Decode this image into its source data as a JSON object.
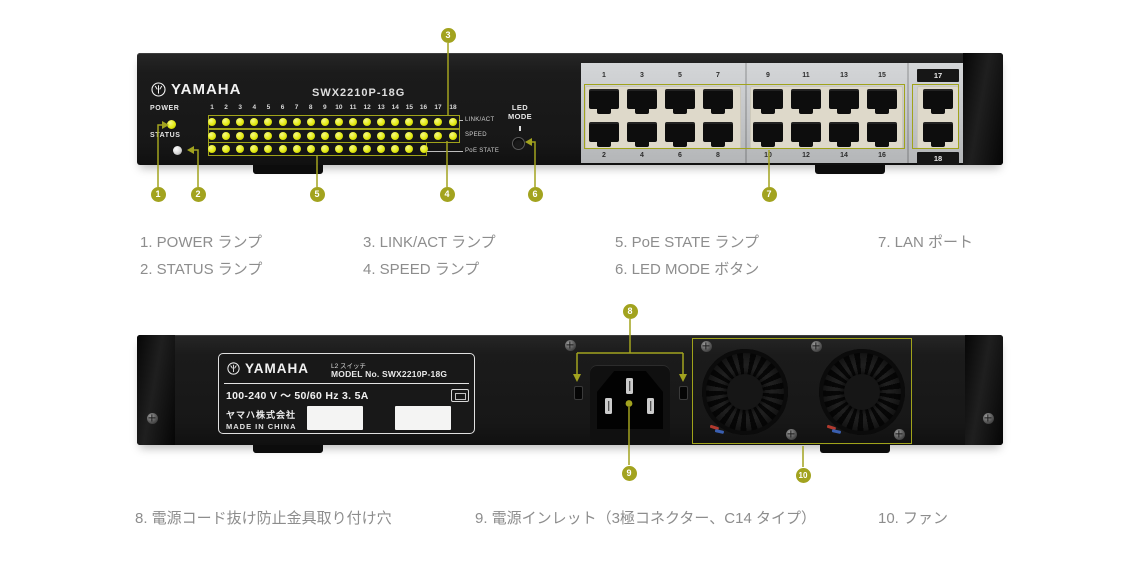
{
  "colors": {
    "accent_olive": "#a2a31f",
    "led_yellow": "#e4eb12",
    "device_black": "#1b1b1b",
    "port_silver": "#c8cacc",
    "legend_gray": "#8d8d8d"
  },
  "front": {
    "brand": "YAMAHA",
    "model": "SWX2210P-18G",
    "power_label": "POWER",
    "status_label": "STATUS",
    "led_mode_line1": "LED",
    "led_mode_line2": "MODE",
    "led_row_labels": [
      "LINK/ACT",
      "SPEED",
      "PoE STATE"
    ],
    "led_column_numbers": [
      "1",
      "2",
      "3",
      "4",
      "5",
      "6",
      "7",
      "8",
      "9",
      "10",
      "11",
      "12",
      "13",
      "14",
      "15",
      "16",
      "17",
      "18"
    ],
    "port_numbers_top": [
      "1",
      "3",
      "5",
      "7",
      "9",
      "11",
      "13",
      "15"
    ],
    "port_numbers_bottom": [
      "2",
      "4",
      "6",
      "8",
      "10",
      "12",
      "14",
      "16"
    ],
    "port_17_label": "17",
    "port_18_label": "18"
  },
  "rear": {
    "brand": "YAMAHA",
    "product_type": "L2 スイッチ",
    "model_line": "MODEL No. SWX2210P-18G",
    "power_rating": "100-240 V ～ 50/60 Hz  3. 5A",
    "company": "ヤマハ株式会社",
    "origin": "MADE IN CHINA"
  },
  "callouts": {
    "numbers": [
      "1",
      "2",
      "3",
      "4",
      "5",
      "6",
      "7",
      "8",
      "9",
      "10"
    ],
    "front_legend_row1": [
      "1. POWER ランプ",
      "3. LINK/ACT ランプ",
      "5. PoE STATE ランプ",
      "7. LAN ポート"
    ],
    "front_legend_row2": [
      "2. STATUS ランプ",
      "4. SPEED ランプ",
      "6. LED MODE ボタン"
    ],
    "rear_legend": [
      "8. 電源コード抜け防止金具取り付け穴",
      "9. 電源インレット（3極コネクター、C14 タイプ）",
      "10. ファン"
    ]
  }
}
